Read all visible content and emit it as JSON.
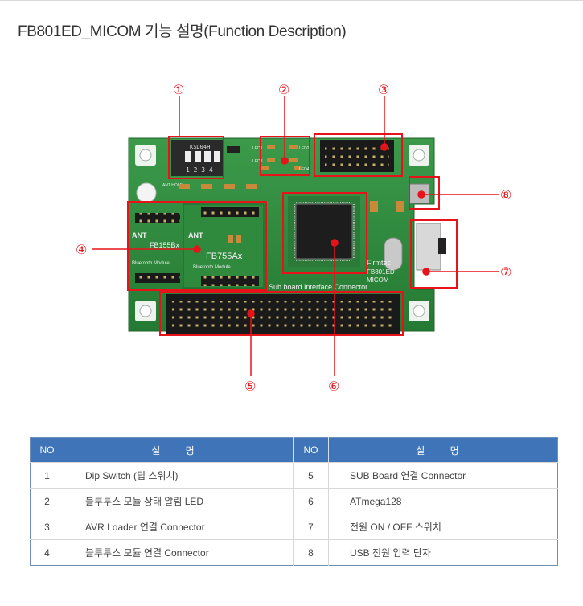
{
  "title": "FB801ED_MICOM 기능 설명(Function Description)",
  "board": {
    "silk_ks": "KSD04H",
    "dip_numbers": "1 2 3 4",
    "ant_hole": "ANT HOLE",
    "ant_left": "ANT",
    "bt1_name": "FB155Bx",
    "bt1_sub": "Bluetooth Module",
    "ant_right": "ANT",
    "bt2_name": "FB755Ax",
    "bt2_sub": "Bluetooth Module",
    "firmtech": "Firmtec",
    "model": "FB801ED",
    "micom": "MICOM",
    "sub_board": "Sub board Interface Connector",
    "led_labels": [
      "LED1",
      "LED2",
      "LED3",
      "LED4"
    ]
  },
  "callouts": [
    "①",
    "②",
    "③",
    "④",
    "⑤",
    "⑥",
    "⑦",
    "⑧"
  ],
  "table": {
    "headers": [
      "NO",
      "설 명",
      "NO",
      "설 명"
    ],
    "rows": [
      {
        "no1": "1",
        "desc1": "Dip Switch (딥 스위치)",
        "no2": "5",
        "desc2": "SUB Board 연결 Connector"
      },
      {
        "no1": "2",
        "desc1": "블루투스 모듈 상태 알림 LED",
        "no2": "6",
        "desc2": "ATmega128"
      },
      {
        "no1": "3",
        "desc1": "AVR Loader 연결 Connector",
        "no2": "7",
        "desc2": "전원 ON / OFF 스위치"
      },
      {
        "no1": "4",
        "desc1": "블루투스 모듈 연결 Connector",
        "no2": "8",
        "desc2": "USB 전원 입력 단자"
      }
    ]
  },
  "colors": {
    "accent_red": "#e8131a",
    "header_blue": "#3f74b8",
    "pcb_green": "#2f8a3e"
  }
}
